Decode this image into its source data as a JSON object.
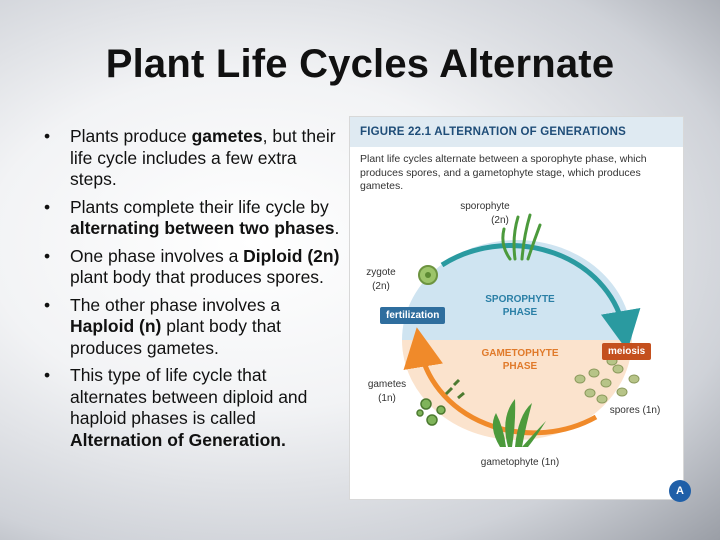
{
  "slide": {
    "title": "Plant Life Cycles Alternate",
    "bullets": [
      {
        "parts": [
          {
            "t": "Plants produce ",
            "b": false
          },
          {
            "t": "gametes",
            "b": true
          },
          {
            "t": ", but their life cycle includes a few extra steps.",
            "b": false
          }
        ]
      },
      {
        "parts": [
          {
            "t": "Plants complete their life cycle by ",
            "b": false
          },
          {
            "t": "alternating between two phases",
            "b": true
          },
          {
            "t": ".",
            "b": false
          }
        ]
      },
      {
        "parts": [
          {
            "t": "One phase involves a ",
            "b": false
          },
          {
            "t": "Diploid (2n)",
            "b": true
          },
          {
            "t": " plant body that produces spores.",
            "b": false
          }
        ]
      },
      {
        "parts": [
          {
            "t": "The other phase involves a ",
            "b": false
          },
          {
            "t": "Haploid (n)",
            "b": true
          },
          {
            "t": " plant body that produces gametes.",
            "b": false
          }
        ]
      },
      {
        "parts": [
          {
            "t": "This type of life cycle that alternates between diploid and haploid phases is called ",
            "b": false
          },
          {
            "t": "Alternation of Generation.",
            "b": true
          }
        ]
      }
    ]
  },
  "figure": {
    "title": "FIGURE 22.1  ALTERNATION OF GENERATIONS",
    "caption": "Plant life cycles alternate between a sporophyte phase, which produces spores, and a gametophyte stage, which produces gametes.",
    "labels": {
      "sporophyte": "sporophyte",
      "sporophyte_ploidy": "(2n)",
      "zygote": "zygote",
      "zygote_ploidy": "(2n)",
      "sporophyte_phase_1": "SPOROPHYTE",
      "sporophyte_phase_2": "PHASE",
      "gametophyte_phase_1": "GAMETOPHYTE",
      "gametophyte_phase_2": "PHASE",
      "fertilization": "fertilization",
      "meiosis": "meiosis",
      "gametes": "gametes",
      "gametes_ploidy": "(1n)",
      "spores": "spores (1n)",
      "gametophyte": "gametophyte (1n)",
      "corner_badge": "A"
    },
    "colors": {
      "sporophyte_fill": "#cfe4f1",
      "gametophyte_fill": "#fbe3cd",
      "sporophyte_arrow": "#2a9aa0",
      "gametophyte_arrow": "#f08a2a",
      "fertilization_tag": "#2f6e9e",
      "meiosis_tag": "#c4501e",
      "plant_green": "#4c9a3c"
    }
  }
}
